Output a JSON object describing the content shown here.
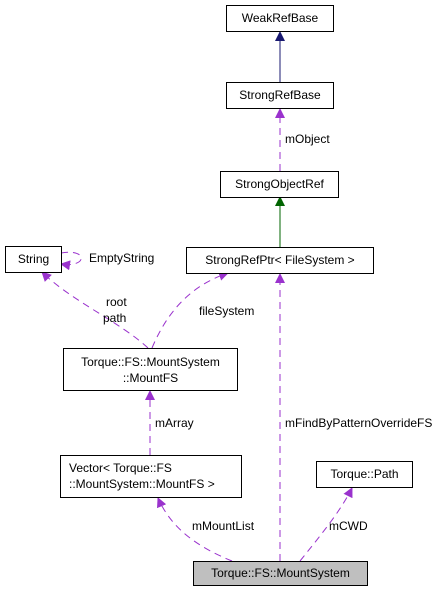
{
  "nodes": {
    "weak_ref_base": "WeakRefBase",
    "strong_ref_base": "StrongRefBase",
    "strong_object_ref": "StrongObjectRef",
    "string": "String",
    "strong_ref_ptr": "StrongRefPtr< FileSystem >",
    "mount_fs_line1": "Torque::FS::MountSystem",
    "mount_fs_line2": "::MountFS",
    "vector_line1": "Vector< Torque::FS",
    "vector_line2": "::MountSystem::MountFS >",
    "torque_path": "Torque::Path",
    "mount_system": "Torque::FS::MountSystem"
  },
  "edge_labels": {
    "m_object": "mObject",
    "empty_string": "EmptyString",
    "root": "root",
    "path": "path",
    "file_system": "fileSystem",
    "m_array": "mArray",
    "m_find_by_pattern_override_fs": "mFindByPatternOverrideFS",
    "m_mount_list": "mMountList",
    "m_cwd": "mCWD"
  },
  "colors": {
    "inheritance_public": "#191970",
    "inheritance_derived": "#006400",
    "usage": "#9a32cd",
    "focus_fill": "#bfbfbf"
  }
}
